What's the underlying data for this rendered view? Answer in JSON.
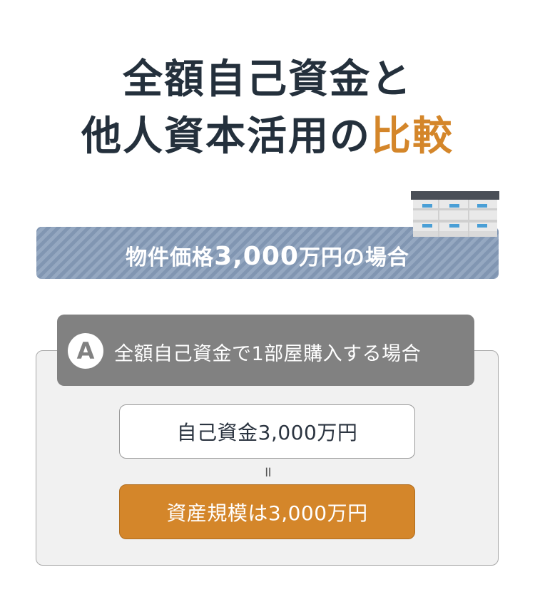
{
  "title": {
    "line1": "全額自己資金と",
    "line2_main": "他人資本活用の",
    "line2_accent": "比較"
  },
  "banner": {
    "prefix": "物件価格",
    "amount": "3,000",
    "suffix": "万円の場合"
  },
  "building_icon": "apartment-building-icon",
  "section_a": {
    "badge": "A",
    "heading": "全額自己資金で1部屋購入する場合",
    "own_funds": "自己資金3,000万円",
    "equals_sign": "॥",
    "asset_scale": "資産規模は3,000万円"
  },
  "colors": {
    "accent": "#d4862a",
    "banner_stripe": "#8196b2",
    "header_gray": "#818181",
    "title_text": "#24303c"
  }
}
